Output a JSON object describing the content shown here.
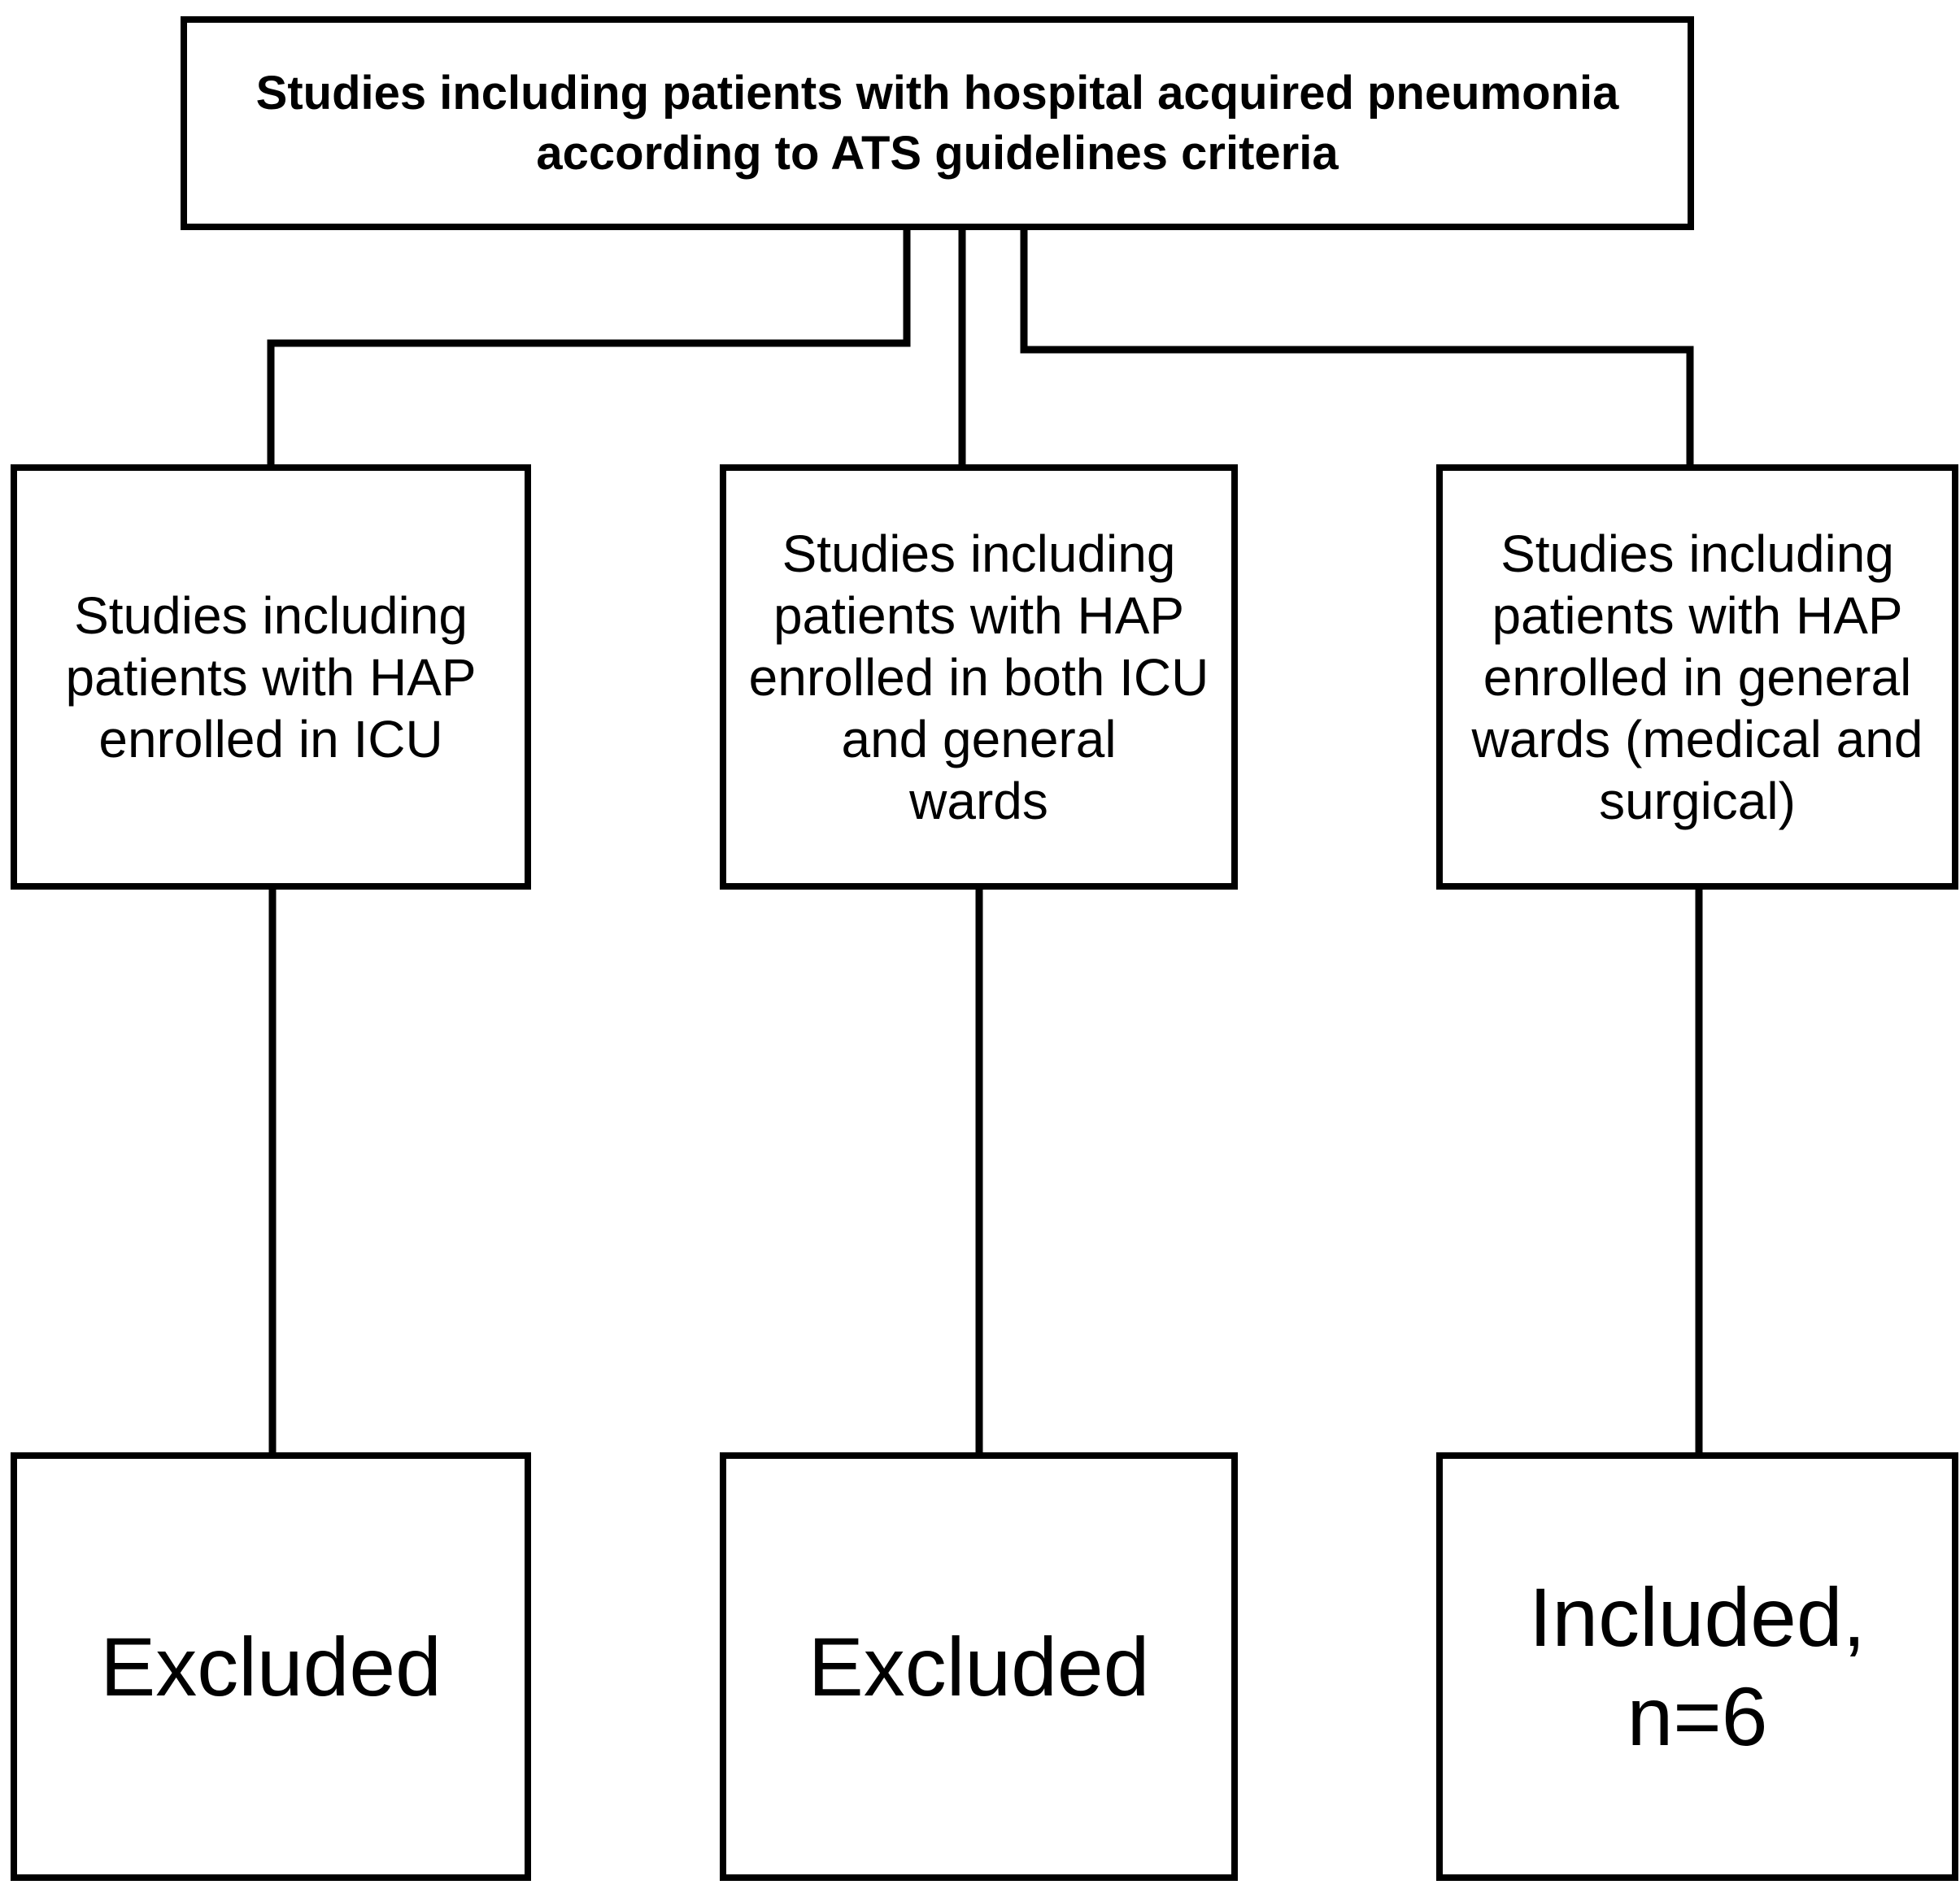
{
  "diagram": {
    "top": {
      "label": "Studies including patients with hospital acquired pneumonia\naccording to ATS guidelines criteria"
    },
    "branches": [
      {
        "label": "Studies including\npatients with HAP\nenrolled in ICU",
        "outcome": "Excluded"
      },
      {
        "label": "Studies including\npatients with HAP\nenrolled in both ICU\nand general\nwards",
        "outcome": "Excluded"
      },
      {
        "label": "Studies including\npatients with HAP\nenrolled in general\nwards (medical and\nsurgical)",
        "outcome": "Included,\nn=6"
      }
    ]
  },
  "colors": {
    "line": "#000000",
    "box_fill": "#ffffff"
  }
}
